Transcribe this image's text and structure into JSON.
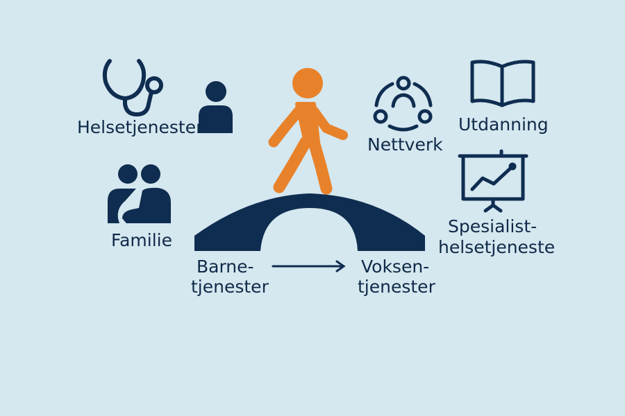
{
  "colors": {
    "background": "#d5e7ef",
    "navy": "#0f2d50",
    "orange": "#e8822a"
  },
  "labels": {
    "health_services": "Helsetjenester",
    "family": "Familie",
    "network": "Nettverk",
    "education": "Utdanning",
    "specialist_line1": "Spesialist-",
    "specialist_line2": "helsetjeneste",
    "child_line1": "Barne-",
    "child_line2": "tjenester",
    "adult_line1": "Voksen-",
    "adult_line2": "tjenester"
  },
  "icons": [
    "stethoscope-icon",
    "person-icon",
    "family-icon",
    "walking-person-icon",
    "bridge-icon",
    "arrow-right-icon",
    "network-icon",
    "book-icon",
    "presentation-chart-icon"
  ]
}
